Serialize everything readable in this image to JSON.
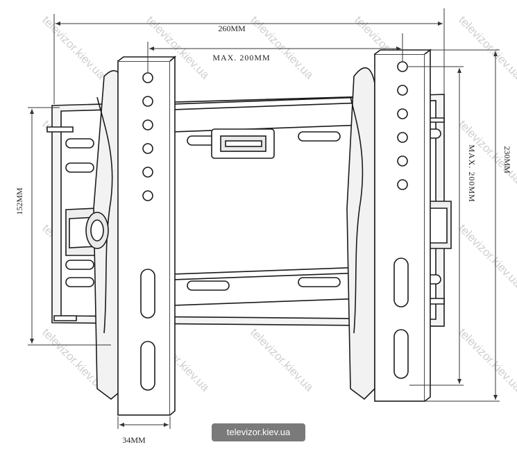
{
  "dimensions": {
    "overall_width": "260MM",
    "hole_spacing_horizontal": "MAX. 200MM",
    "overall_height": "230MM",
    "hole_spacing_vertical": "MAX. 200MM",
    "wall_plate_height": "152MM",
    "arm_width": "34MM"
  },
  "watermark": {
    "text": "televizor.kiev.ua"
  },
  "badge": {
    "text": "televizor.kiev.ua"
  },
  "colors": {
    "line": "#1a1a1a",
    "dimension_line": "#333333",
    "watermark": "#cfcfcf",
    "badge_bg": "#7a7a7a"
  }
}
